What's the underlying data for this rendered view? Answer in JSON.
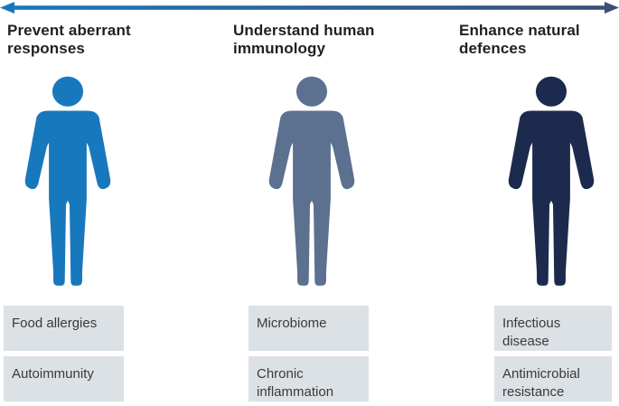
{
  "arrow": {
    "description": "double-headed spectrum arrow",
    "left_color": "#1878be",
    "right_color": "#3c4f75"
  },
  "columns": [
    {
      "heading": "Prevent aberrant\nresponses",
      "figure_color": "#1878be",
      "labels": [
        "Food allergies",
        "Autoimmunity"
      ]
    },
    {
      "heading": "Understand human\nimmunology",
      "figure_color": "#5c7090",
      "labels": [
        "Microbiome",
        "Chronic inflammation"
      ]
    },
    {
      "heading": "Enhance natural\ndefences",
      "figure_color": "#1c2b4d",
      "labels": [
        "Infectious disease",
        "Antimicrobial resistance"
      ]
    }
  ],
  "styles": {
    "background": "#ffffff",
    "label_box_bg": "#dce1e6",
    "heading_color": "#231f20",
    "label_text_color": "#3a3a3a"
  }
}
